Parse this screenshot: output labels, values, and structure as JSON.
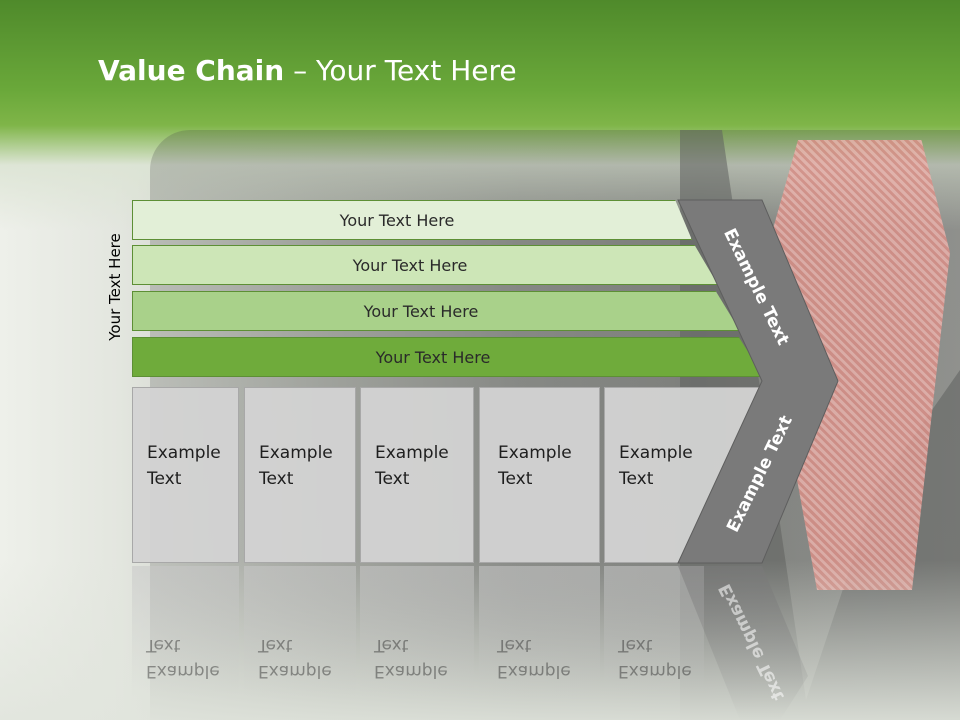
{
  "title": {
    "bold": "Value Chain",
    "rest": " – Your Text Here"
  },
  "side_label": "Your Text Here",
  "rows": [
    {
      "label": "Your Text Here"
    },
    {
      "label": "Your Text Here"
    },
    {
      "label": "Your Text Here"
    },
    {
      "label": "Your Text Here"
    }
  ],
  "boxes": [
    {
      "line1": "Example",
      "line2": "Text"
    },
    {
      "line1": "Example",
      "line2": "Text"
    },
    {
      "line1": "Example",
      "line2": "Text"
    },
    {
      "line1": "Example",
      "line2": "Text"
    },
    {
      "line1": "Example",
      "line2": "Text"
    }
  ],
  "arrow": {
    "upper_text": "Example Text",
    "lower_text": "Example Text"
  },
  "colors": {
    "header_green": "#6aa83a",
    "row_dark": "#6fab3b",
    "arrow_gray": "#7a7a7a"
  }
}
